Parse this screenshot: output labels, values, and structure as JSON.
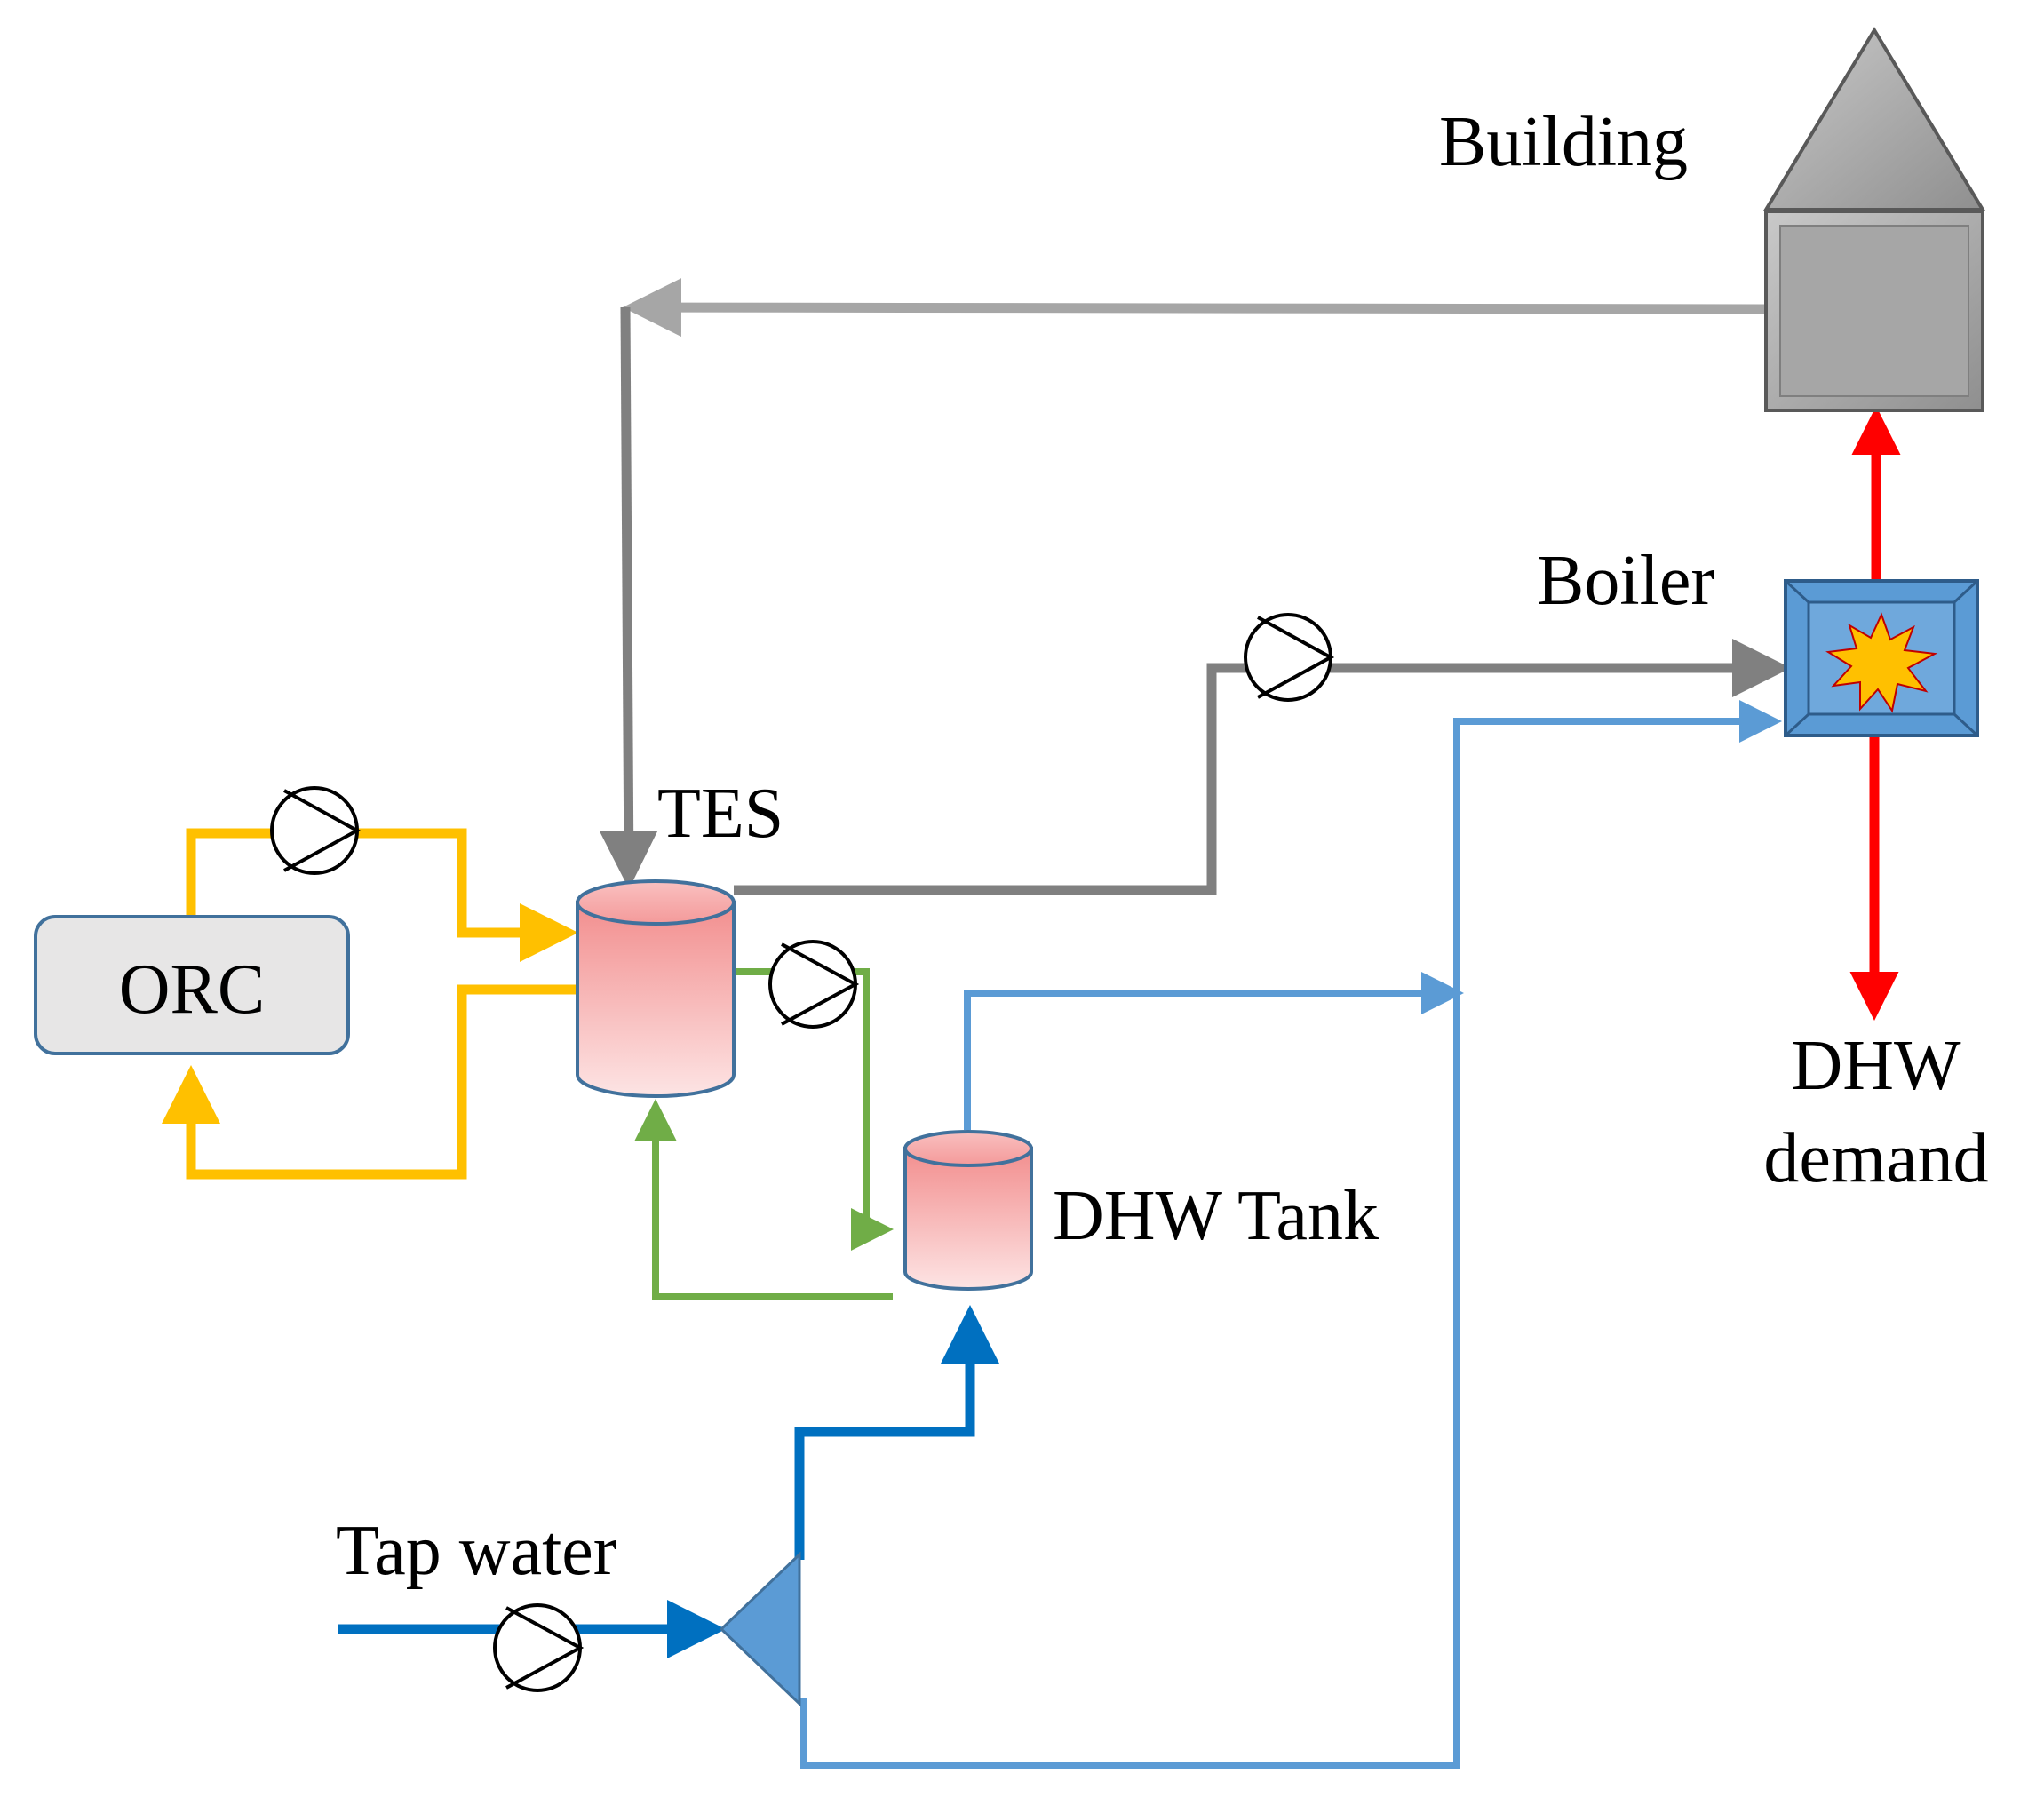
{
  "labels": {
    "building": "Building",
    "boiler": "Boiler",
    "tes": "TES",
    "orc": "ORC",
    "dhw_tank": "DHW Tank",
    "dhw_demand_line1": "DHW",
    "dhw_demand_line2": "demand",
    "tap_water": "Tap water"
  },
  "colors": {
    "orc_loop": "#FFC000",
    "tes_boiler_loop": "#808080",
    "building_return": "#A6A6A6",
    "dhw_loop": "#70AD47",
    "tap_water_main": "#0070C0",
    "bypass_line": "#5B9BD5",
    "dhw_supply": "#FF0000",
    "tank_fill": "#F4A6A6",
    "boiler_fill": "#5B9BD5",
    "building_fill": "#A6A6A6",
    "orc_fill": "#E7E6E6"
  }
}
